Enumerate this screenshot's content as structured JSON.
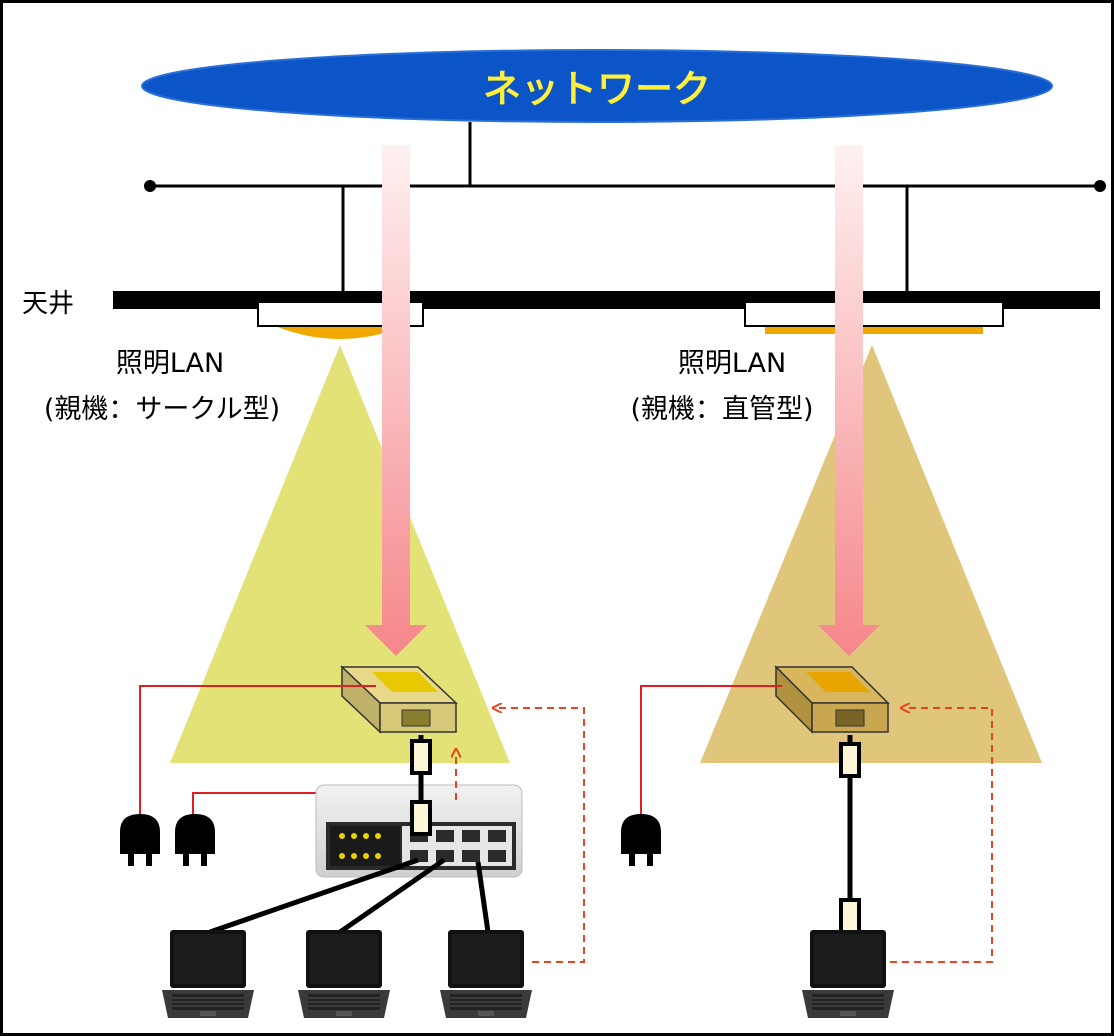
{
  "network": {
    "label": "ネットワーク"
  },
  "ceiling": {
    "label": "天井"
  },
  "lights": [
    {
      "title": "照明LAN",
      "subtitle": "(親機：サークル型)"
    },
    {
      "title": "照明LAN",
      "subtitle": "(親機：直管型)"
    }
  ],
  "colors": {
    "network_fill": "#0b55c8",
    "network_text": "#ffef3a",
    "cone_left": "#e2e276",
    "cone_right": "#e0c67a",
    "power_line": "#e02020",
    "wireless_arrow": "#e8451e"
  }
}
